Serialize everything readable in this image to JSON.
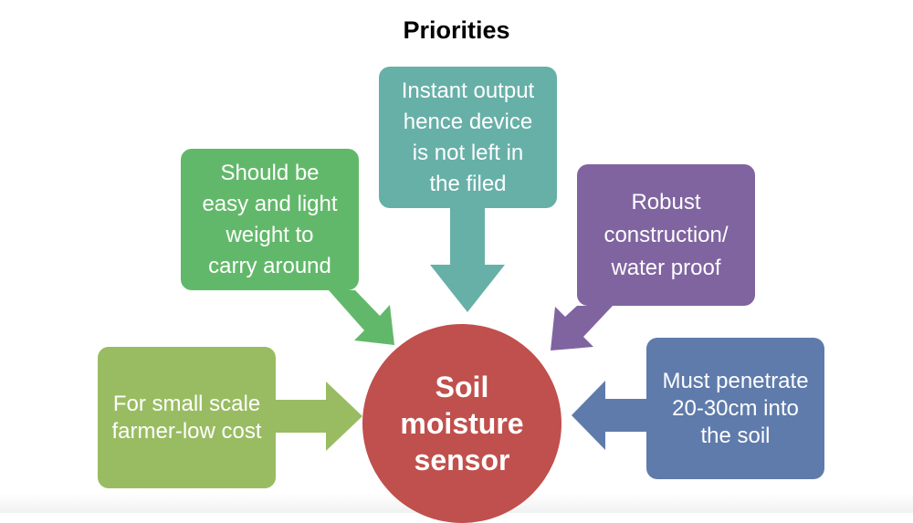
{
  "title": "Priorities",
  "hub": {
    "label": "Soil\nmoisture\nsensor",
    "color": "#c0504d"
  },
  "boxes": {
    "top": {
      "text": "Instant output\nhence device\nis not left in\nthe filed",
      "color": "#67b0a8"
    },
    "left_up": {
      "text": "Should be\neasy and light\nweight to\ncarry around",
      "color": "#62b86a"
    },
    "right_up": {
      "text": "Robust\nconstruction/\nwater proof",
      "color": "#8064a0"
    },
    "left": {
      "text": "For small scale\nfarmer-low cost",
      "color": "#99bc63"
    },
    "right": {
      "text": "Must penetrate\n20-30cm into\nthe soil",
      "color": "#5e7bab"
    }
  }
}
